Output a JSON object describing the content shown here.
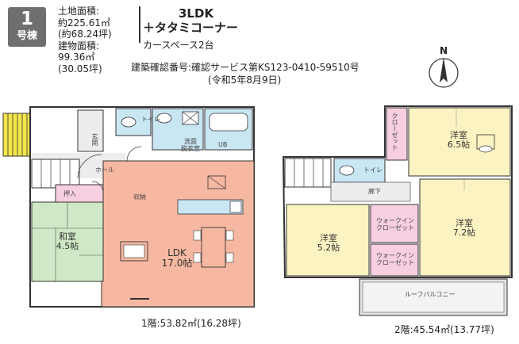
{
  "header": {
    "badge_number": "1",
    "badge_unit": "号棟",
    "land_area_label": "土地面積:",
    "land_area_value": "約225.61㎡",
    "land_area_tsubo": "(約68.24坪)",
    "building_area_label": "建物面積:",
    "building_area_value": "99.36㎡",
    "building_area_tsubo": "(30.05坪)",
    "layout_title": "3LDK",
    "layout_extra": "＋タタミコーナー",
    "parking": "カースペース2台",
    "permit_number": "建築確認番号:確認サービス第KS123-0410-59510号",
    "permit_date": "(令和5年8月9日)"
  },
  "compass": {
    "label": "N"
  },
  "floor1": {
    "caption": "1階:53.82㎡(16.28坪)",
    "rooms": {
      "entrance": "玄関",
      "toilet": "トイレ",
      "washroom_line1": "洗面",
      "washroom_line2": "脱衣室",
      "bath": "UB",
      "hall": "ホール",
      "oshiire": "押入",
      "storage": "収納",
      "washitsu_name": "和室",
      "washitsu_size": "4.5帖",
      "ldk_name": "LDK",
      "ldk_size": "17.0帖"
    }
  },
  "floor2": {
    "caption": "2階:45.54㎡(13.77坪)",
    "rooms": {
      "closet": "クローゼット",
      "room1_name": "洋室",
      "room1_size": "6.5帖",
      "toilet": "トイレ",
      "corridor": "廊下",
      "walkin1_line1": "ウォークイン",
      "walkin1_line2": "クローゼット",
      "walkin2_line1": "ウォークイン",
      "walkin2_line2": "クローゼット",
      "room2_name": "洋室",
      "room2_size": "5.2帖",
      "room3_name": "洋室",
      "room3_size": "7.2帖",
      "balcony": "ルーフバルコニー"
    }
  }
}
